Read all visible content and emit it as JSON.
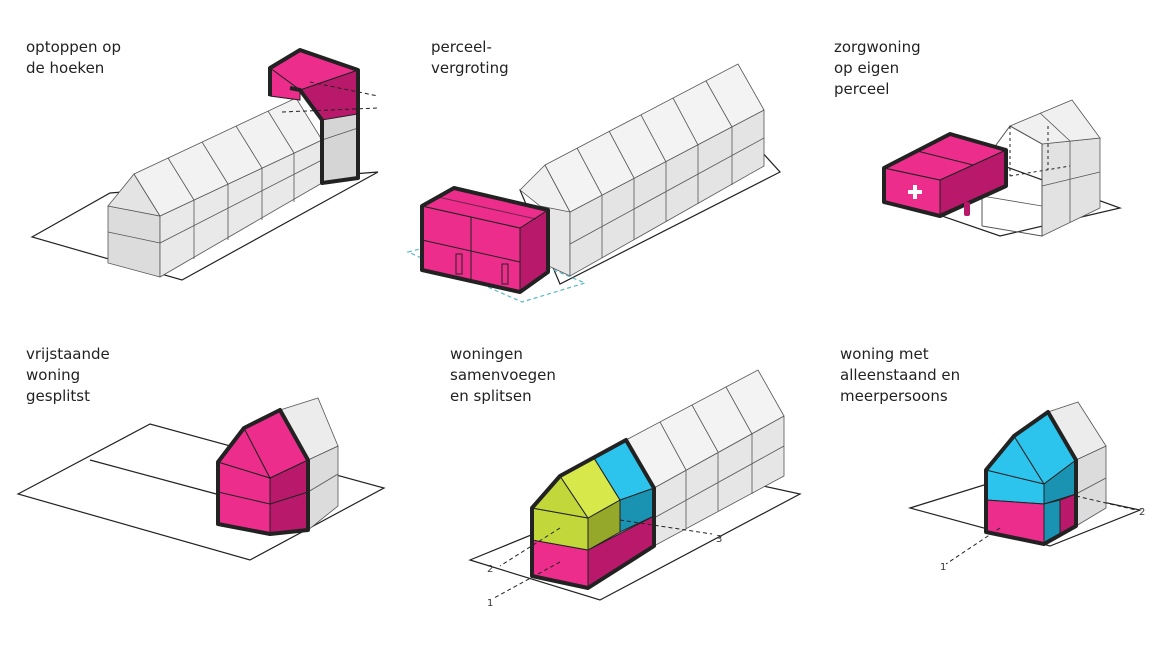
{
  "colors": {
    "magenta": "#ec2d8c",
    "magenta_dark": "#b8196b",
    "cyan": "#2cc4ec",
    "cyan_dark": "#1a93b3",
    "lime": "#c2d83a",
    "lime_dark": "#96a82a",
    "gray_light": "#efefef",
    "gray_mid": "#d7d7d7",
    "outline": "#222222",
    "plot_dashed": "#57b9c9"
  },
  "panels": [
    {
      "id": "corners",
      "label": "optoppen op\nde hoeken"
    },
    {
      "id": "plot",
      "label": "perceel-\nvergroting"
    },
    {
      "id": "care",
      "label": "zorgwoning\nop eigen\nperceel"
    },
    {
      "id": "detached",
      "label": "vrijstaande\nwoning\ngesplitst"
    },
    {
      "id": "merge",
      "label": "woningen\nsamenvoegen\nen splitsen"
    },
    {
      "id": "single",
      "label": "woning met\nalleenstaand en\nmeerpersoons"
    }
  ],
  "callouts": {
    "merge": [
      "2",
      "1",
      "3"
    ],
    "single": [
      "1",
      "2"
    ]
  },
  "icons": [
    "plus-icon",
    "person-icon"
  ]
}
